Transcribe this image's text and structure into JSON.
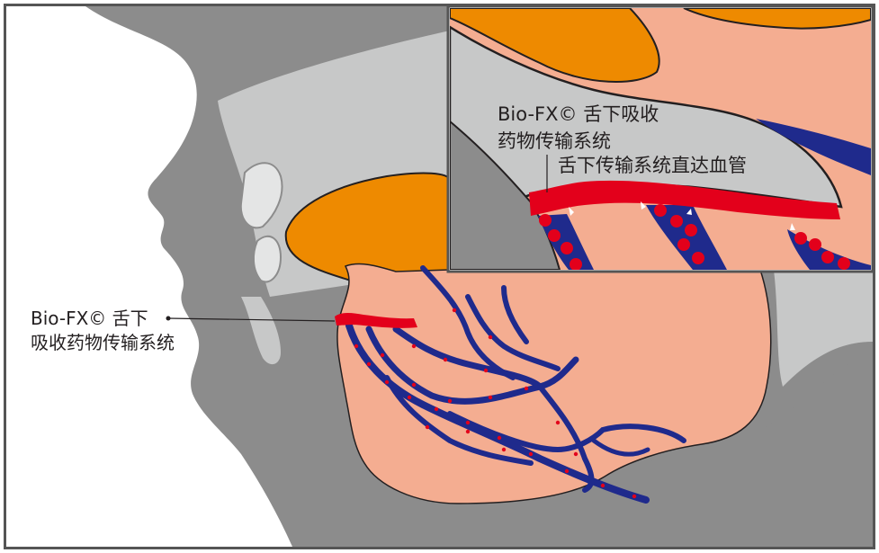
{
  "diagram": {
    "main_label": {
      "line1": "Bio-FX© 舌下",
      "line2": "吸收药物传输系统"
    },
    "inset_label": {
      "line1": "Bio-FX© 舌下吸收",
      "line2": "药物传输系统",
      "line3": "舌下传输系统直达血管"
    },
    "colors": {
      "outer_border": "#555555",
      "head_gray": "#8c8c8c",
      "palate_light_gray": "#c7c8c8",
      "cartilage_light": "#e4e5e5",
      "tongue_orange": "#ee8a00",
      "mucosa_pink": "#f4ad91",
      "vein_blue": "#1f2a8c",
      "drug_film_red": "#e3001b",
      "outline_dark": "#231f20"
    }
  }
}
